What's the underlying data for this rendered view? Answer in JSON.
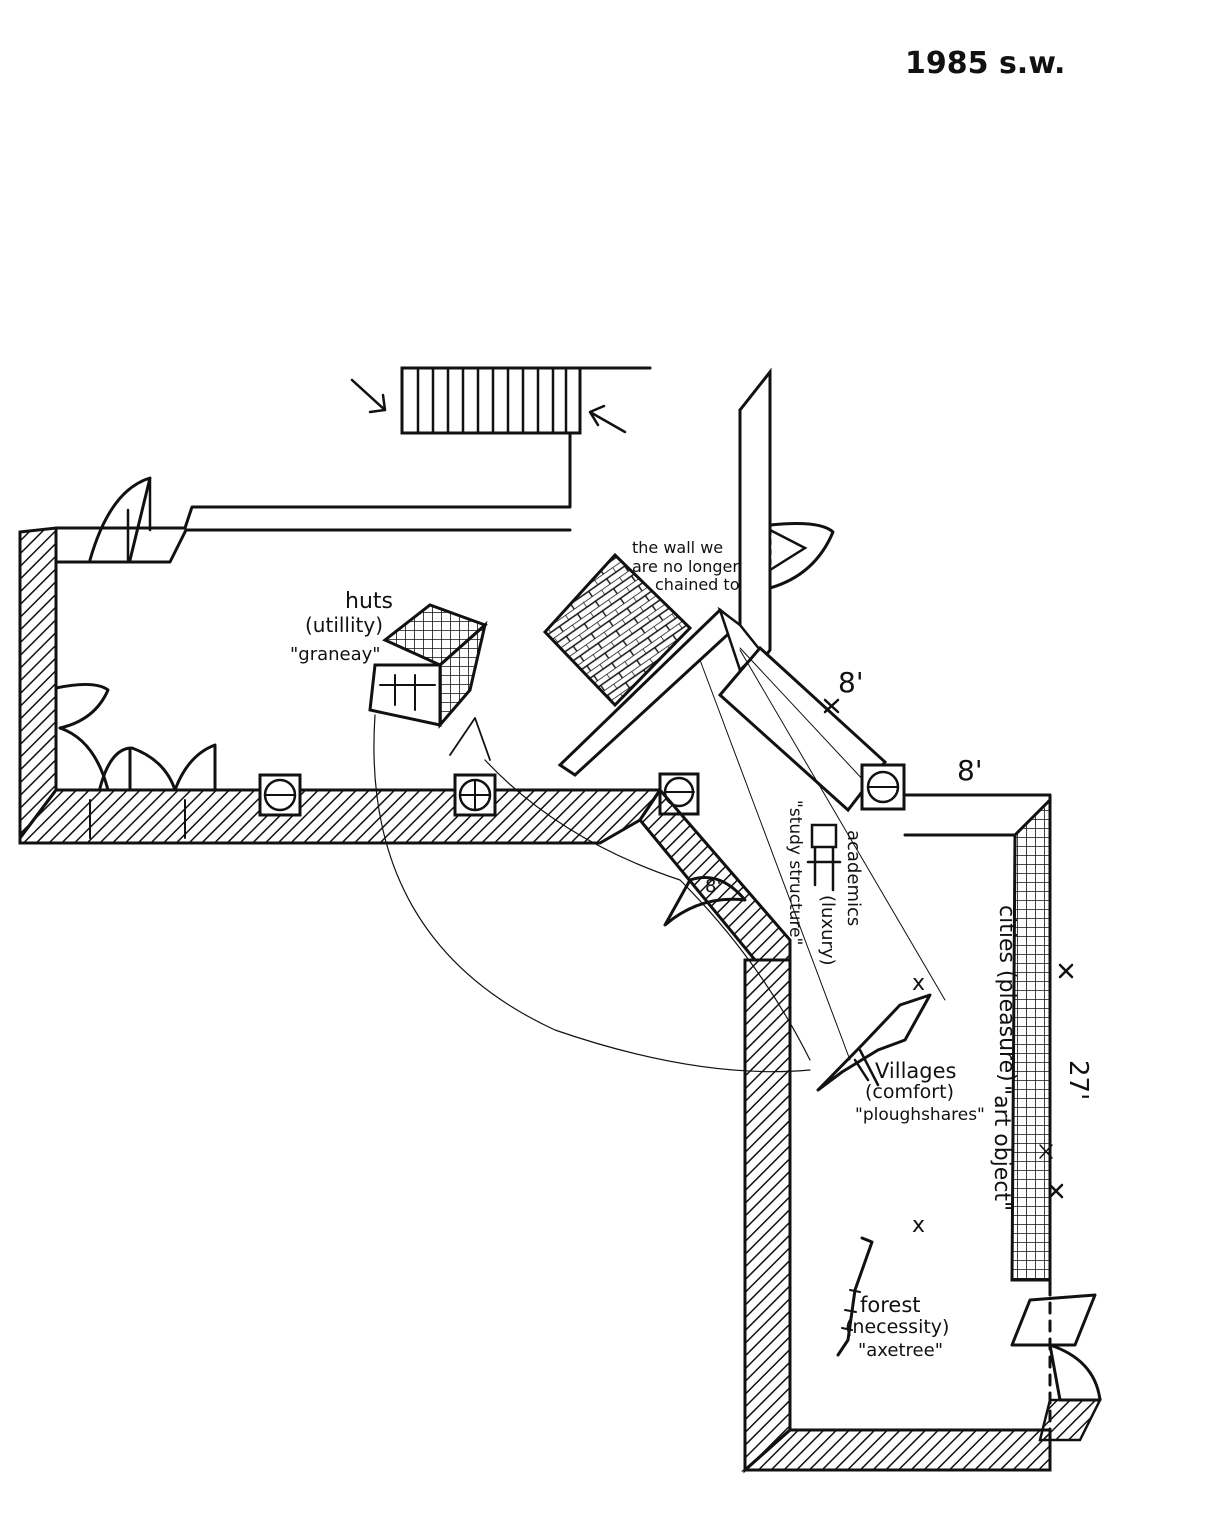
{
  "signature": "1985 s.w.",
  "labels": {
    "huts": "huts",
    "huts_note": "(utillity)",
    "granary": "\"graneay\"",
    "wall_line1": "the wall we",
    "wall_line2": "are no longer",
    "wall_line3": "chained to",
    "study": "\"study structure\"",
    "academics": "academics",
    "academics_note": "(luxury)",
    "cities": "cities (pleasure)",
    "art_object": "\"art object\"",
    "villages": "Villages",
    "villages_note": "(comfort)",
    "ploughshares": "\"ploughshares\"",
    "forest": "forest",
    "forest_note": "(necessity)",
    "axetree": "\"axetree\""
  },
  "dimensions": {
    "top_wall": "8'",
    "corner": "8'",
    "inner": "8'",
    "right_wall": "27'"
  },
  "marks": {
    "x": "x"
  }
}
